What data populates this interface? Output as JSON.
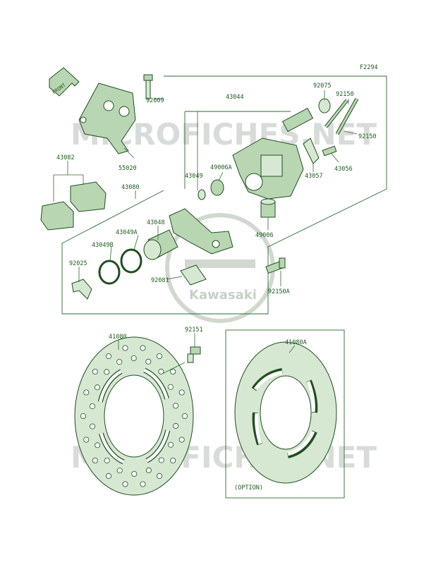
{
  "figure_code": "F2294",
  "front_label": "FRONT",
  "watermark_text": "MICROFICHES.NET",
  "brand_logo_text": "Kawasaki",
  "option_note": "(OPTION)",
  "parts": [
    "92009",
    "55020",
    "43082",
    "43080",
    "43044",
    "92075",
    "92150",
    "92150",
    "43049",
    "49006A",
    "43057",
    "43056",
    "43048",
    "43049A",
    "49006",
    "43049B",
    "92025",
    "92081",
    "92150A",
    "41080",
    "92151",
    "41080A"
  ],
  "colors": {
    "line": "#2e6b2e",
    "part_fill": "#b9d6b3",
    "text": "#1f5a1f",
    "watermark": "#d8dcd8"
  }
}
